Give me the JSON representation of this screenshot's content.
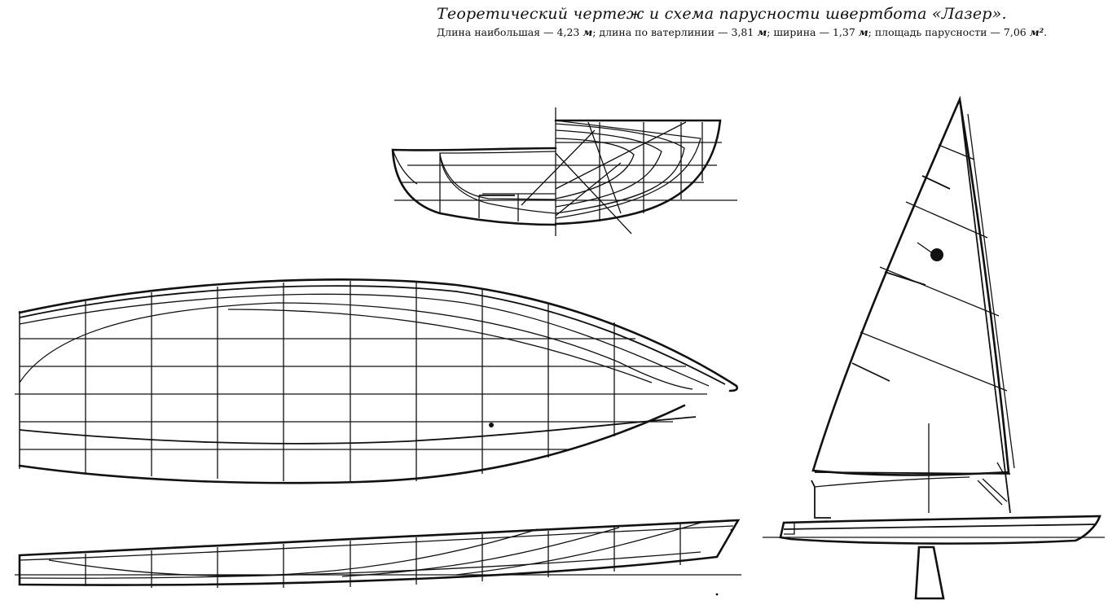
{
  "caption": {
    "title": "Теоретический чертеж и схема парусности швертбота «Лазер».",
    "specs": [
      {
        "label": "Длина наибольшая — ",
        "value": "4,23",
        "unit": "м",
        "sep": "; "
      },
      {
        "label": "длина по ватерлинии — ",
        "value": "3,81",
        "unit": "м",
        "sep": "; "
      },
      {
        "label": "ширина — ",
        "value": "1,37",
        "unit": "м",
        "sep": "; "
      },
      {
        "label": "площадь парусности — ",
        "value": "7,06",
        "unit": "м²",
        "sep": "."
      }
    ]
  },
  "drawing": {
    "views": [
      "body-plan",
      "half-breadth-plan",
      "sheer-profile",
      "sail-plan"
    ],
    "line_color": "#111111",
    "background": "#ffffff"
  }
}
